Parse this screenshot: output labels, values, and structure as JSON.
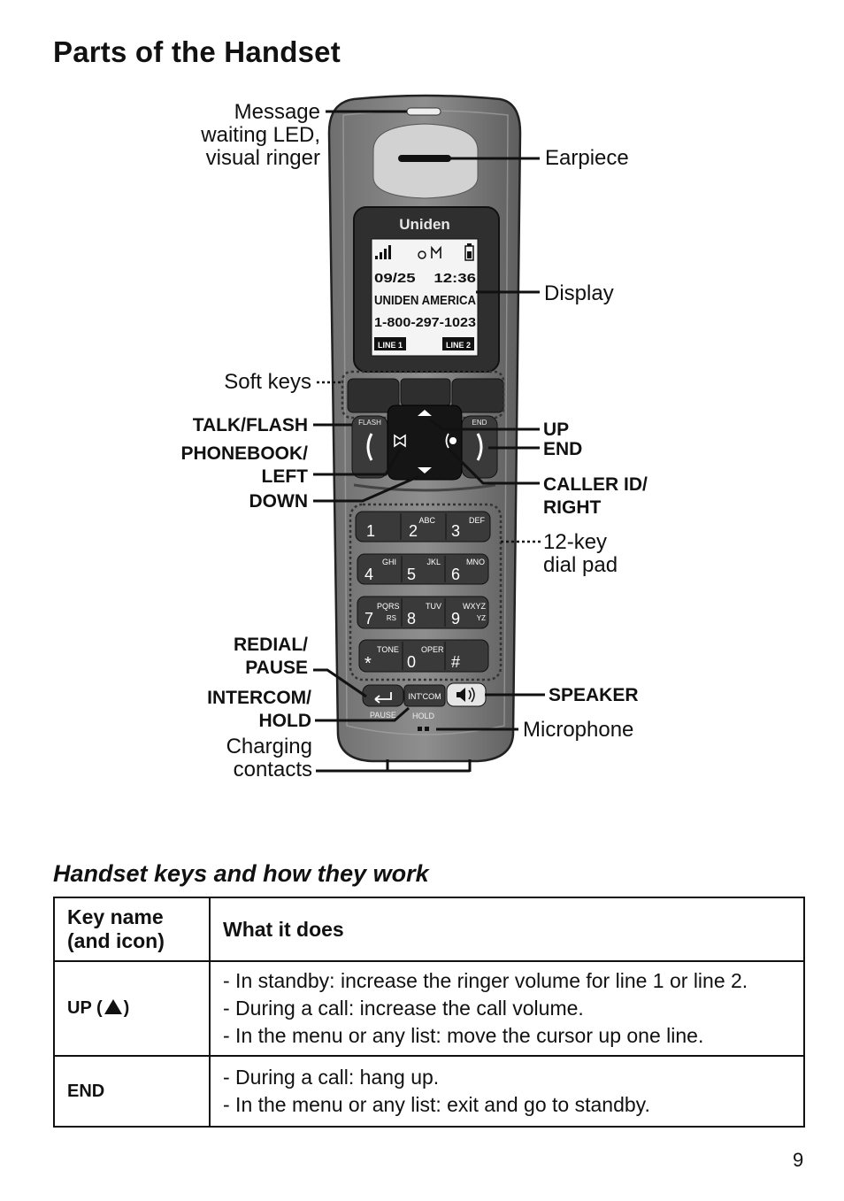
{
  "page_title": "Parts of the Handset",
  "diagram": {
    "brand": "Uniden",
    "display": {
      "row1": "09/25    12:36",
      "row2": "UNIDEN AMERICA",
      "row3": "1-800-297-1023",
      "soft_left": "LINE 1",
      "soft_right": "LINE 2"
    },
    "key_text": {
      "flash": "FLASH",
      "end": "END",
      "k1": "1",
      "k2": "2",
      "k2_letters": "ABC",
      "k3": "3",
      "k3_letters": "DEF",
      "k4": "4",
      "k4_letters": "GHI",
      "k5": "5",
      "k5_letters": "JKL",
      "k6": "6",
      "k6_letters": "MNO",
      "k7": "7",
      "k7_letters_a": "PQRS",
      "k7_letters_b": "RS",
      "k8": "8",
      "k8_letters": "TUV",
      "k9": "9",
      "k9_letters_a": "WXYZ",
      "k9_letters_b": "YZ",
      "kstar": "*",
      "kstar_letters": "TONE",
      "k0": "0",
      "k0_letters": "OPER",
      "khash": "#",
      "intcom": "INT'COM",
      "pause": "PAUSE",
      "hold": "HOLD"
    },
    "labels": {
      "message_led": [
        "Message",
        "waiting LED,",
        "visual ringer"
      ],
      "earpiece": "Earpiece",
      "display": "Display",
      "soft_keys": "Soft keys",
      "talk_flash": "TALK/FLASH",
      "phonebook_left": [
        "PHONEBOOK/",
        "LEFT"
      ],
      "down": "DOWN",
      "up": "UP",
      "end": "END",
      "caller_id_right": [
        "CALLER ID/",
        "RIGHT"
      ],
      "dial_pad": [
        "12-key",
        "dial pad"
      ],
      "redial_pause": [
        "REDIAL/",
        "PAUSE"
      ],
      "intercom_hold": [
        "INTERCOM/",
        "HOLD"
      ],
      "speaker": "SPEAKER",
      "microphone": "Microphone",
      "charging_contacts": [
        "Charging",
        "contacts"
      ]
    }
  },
  "section_heading": "Handset keys and how they work",
  "table": {
    "headers": [
      "Key name",
      "(and icon)",
      "What it does"
    ],
    "rows": [
      {
        "key_prefix": "UP (",
        "key_suffix": ")",
        "icon": "up-triangle-icon",
        "lines": [
          "- In standby: increase the ringer volume for line 1 or line 2.",
          "- During a call: increase the call volume.",
          "- In the menu or any list: move the cursor up one line."
        ]
      },
      {
        "key": "END",
        "lines": [
          "- During a call: hang up.",
          "- In the menu or any list: exit and go to standby."
        ]
      }
    ]
  },
  "page_number": "9"
}
